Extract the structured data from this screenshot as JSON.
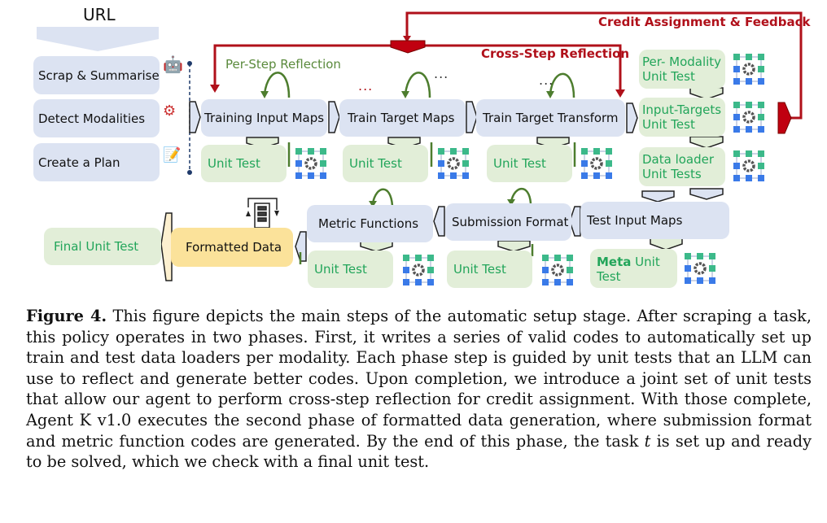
{
  "diagram": {
    "url_label": "URL",
    "setup_steps": [
      {
        "label": "Scrap & Summarise",
        "icon": "robot-document-icon"
      },
      {
        "label": "Detect Modalities",
        "icon": "gears-icon"
      },
      {
        "label": "Create a Plan",
        "icon": "plan-icon"
      }
    ],
    "phase1": {
      "steps": [
        "Training Input Maps",
        "Train Target Maps",
        "Train Target Transform"
      ],
      "unit_test_label": "Unit Test",
      "per_step_reflection": "Per-Step Reflection",
      "cross_step_reflection": "Cross-Step Reflection",
      "credit_assignment": "Credit Assignment & Feedback",
      "ellipsis": "...",
      "modality_tests": [
        "Per- Modality Unit Test",
        "Input-Targets Unit Test",
        "Data loader Unit Tests"
      ]
    },
    "phase2": {
      "steps": [
        "Test Input Maps",
        "Submission Format",
        "Metric Functions"
      ],
      "unit_test_label": "Unit Test",
      "meta_unit_test_bold": "Meta",
      "meta_unit_test_rest": " Unit Test",
      "formatted_data": "Formatted Data",
      "final_unit_test": "Final Unit Test"
    },
    "colors": {
      "blue_box": "#dce3f2",
      "green_box": "#e2eed8",
      "green_text": "#22a55a",
      "yellow_box": "#fbe29a",
      "red_arrow": "#b0101a",
      "reflection_green": "#5a8a3c"
    }
  },
  "caption": {
    "label": "Figure 4.",
    "text": " This figure depicts the main steps of the automatic setup stage. After scraping a task, this policy operates in two phases. First, it writes a series of valid codes to automatically set up train and test data loaders per modality. Each phase step is guided by unit tests that an LLM can use to reflect and generate better codes. Upon completion, we introduce a joint set of unit tests that allow our agent to perform cross-step reflection for credit assignment. With those complete, Agent K v1.0 executes the second phase of formatted data generation, where submission format and metric function codes are generated. By the end of this phase, the task ",
    "italic_var": "t",
    "text_end": " is set up and ready to be solved, which we check with a final unit test."
  }
}
